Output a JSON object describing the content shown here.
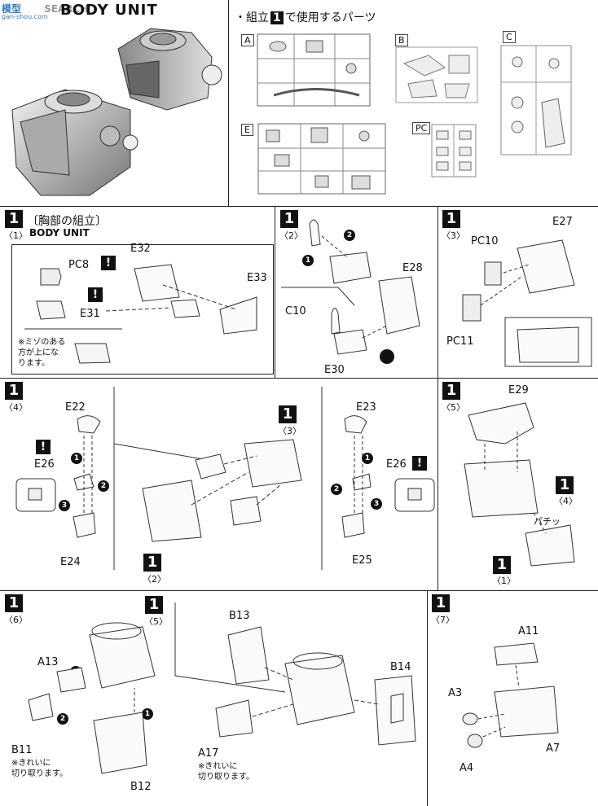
{
  "watermark": {
    "site_left": "模型",
    "site_right": "SEARCH",
    "url": "gan-shou.com"
  },
  "header": {
    "title": "BODY UNIT",
    "parts_caption_prefix": "・組立",
    "parts_caption_step": "1",
    "parts_caption_suffix": "で使用するパーツ",
    "runners": [
      "A",
      "B",
      "C",
      "E",
      "PC"
    ]
  },
  "steps": [
    {
      "num": "1",
      "sub": "〈1〉",
      "title_jp": "〔胸部の組立〕",
      "title_en": "BODY UNIT",
      "labels": [
        "E32",
        "E33",
        "PC8",
        "E31"
      ],
      "note": "※ミゾのある\n方が上にな\nります。"
    },
    {
      "num": "1",
      "sub": "〈2〉",
      "labels": [
        "E28",
        "C10",
        "E30"
      ],
      "seq": [
        "2",
        "1"
      ]
    },
    {
      "num": "1",
      "sub": "〈3〉",
      "labels": [
        "E27",
        "PC10",
        "PC11"
      ]
    },
    {
      "num": "1",
      "sub": "〈4〉",
      "labels": [
        "E22",
        "E26",
        "E24",
        "E23",
        "E26",
        "E25"
      ],
      "refs": [
        {
          "num": "1",
          "sub": "〈3〉"
        },
        {
          "num": "1",
          "sub": "〈2〉"
        }
      ],
      "seq": [
        "1",
        "2",
        "3"
      ]
    },
    {
      "num": "1",
      "sub": "〈5〉",
      "labels": [
        "E29"
      ],
      "refs": [
        {
          "num": "1",
          "sub": "〈4〉"
        },
        {
          "num": "1",
          "sub": "〈1〉"
        }
      ],
      "click": "パチッ"
    },
    {
      "num": "1",
      "sub": "〈6〉",
      "labels": [
        "A13",
        "B11",
        "B12",
        "B13",
        "B14",
        "A17"
      ],
      "refs": [
        {
          "num": "1",
          "sub": "〈5〉"
        }
      ],
      "seq": [
        "3",
        "2",
        "1"
      ],
      "note_left": "※きれいに\n切り取ります。",
      "note_right": "※きれいに\n切り取ります。"
    },
    {
      "num": "1",
      "sub": "〈7〉",
      "labels": [
        "A11",
        "A3",
        "A7",
        "A4"
      ]
    }
  ]
}
